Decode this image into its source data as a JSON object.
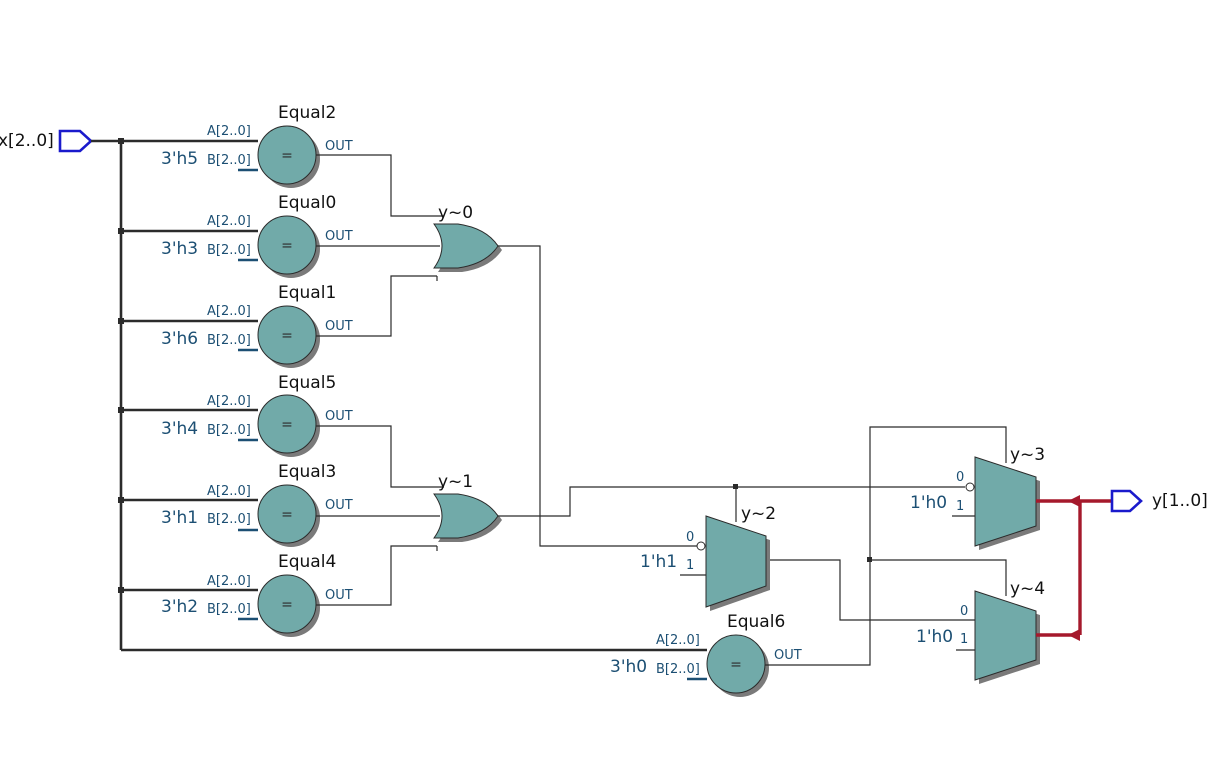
{
  "input_port": {
    "label": "x[2..0]"
  },
  "output_port": {
    "label": "y[1..0]"
  },
  "pins": {
    "a": "A[2..0]",
    "b": "B[2..0]",
    "out": "OUT",
    "eq": "="
  },
  "comparators": [
    {
      "name": "Equal2",
      "const": "3'h5"
    },
    {
      "name": "Equal0",
      "const": "3'h3"
    },
    {
      "name": "Equal1",
      "const": "3'h6"
    },
    {
      "name": "Equal5",
      "const": "3'h4"
    },
    {
      "name": "Equal3",
      "const": "3'h1"
    },
    {
      "name": "Equal4",
      "const": "3'h2"
    },
    {
      "name": "Equal6",
      "const": "3'h0"
    }
  ],
  "or_gates": [
    {
      "name": "y~0"
    },
    {
      "name": "y~1"
    }
  ],
  "muxes": [
    {
      "name": "y~2",
      "in0": "0",
      "in1": "1",
      "const": "1'h1"
    },
    {
      "name": "y~3",
      "in0": "0",
      "in1": "1",
      "const": "1'h0"
    },
    {
      "name": "y~4",
      "in0": "0",
      "in1": "1",
      "const": "1'h0"
    }
  ],
  "colors": {
    "gate_fill": "#71aaa9",
    "bus_red": "#a5192c",
    "port_blue": "#1a1acc",
    "label_blue": "#1c4f73"
  }
}
